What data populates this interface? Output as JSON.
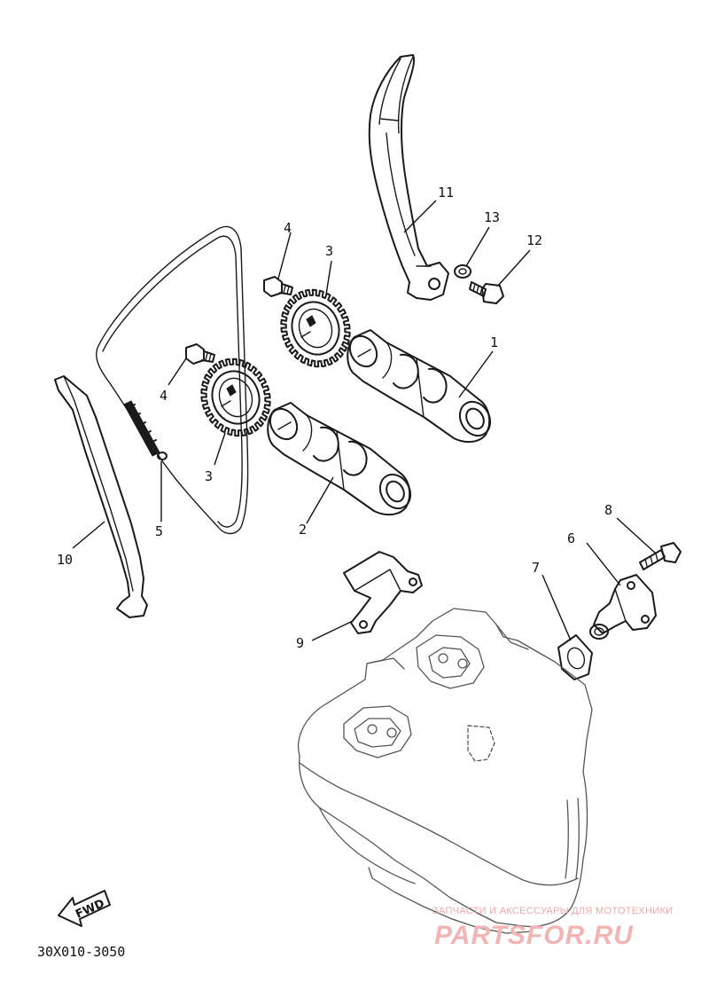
{
  "callouts": [
    {
      "id": "p1",
      "label": "1"
    },
    {
      "id": "p2",
      "label": "2"
    },
    {
      "id": "p3a",
      "label": "3"
    },
    {
      "id": "p3b",
      "label": "3"
    },
    {
      "id": "p4a",
      "label": "4"
    },
    {
      "id": "p4b",
      "label": "4"
    },
    {
      "id": "p5",
      "label": "5"
    },
    {
      "id": "p6",
      "label": "6"
    },
    {
      "id": "p7",
      "label": "7"
    },
    {
      "id": "p8",
      "label": "8"
    },
    {
      "id": "p9",
      "label": "9"
    },
    {
      "id": "p10",
      "label": "10"
    },
    {
      "id": "p11",
      "label": "11"
    },
    {
      "id": "p12",
      "label": "12"
    },
    {
      "id": "p13",
      "label": "13"
    }
  ],
  "arrow_label": "FWD",
  "diagram_code": "30X010-3050",
  "watermark": {
    "tagline": "ЗАПЧАСТИ И АКСЕССУАРЫ ДЛЯ МОТОТЕХНИКИ",
    "logo": "PARTSFOR.RU",
    "color": "#f2b5b5"
  }
}
